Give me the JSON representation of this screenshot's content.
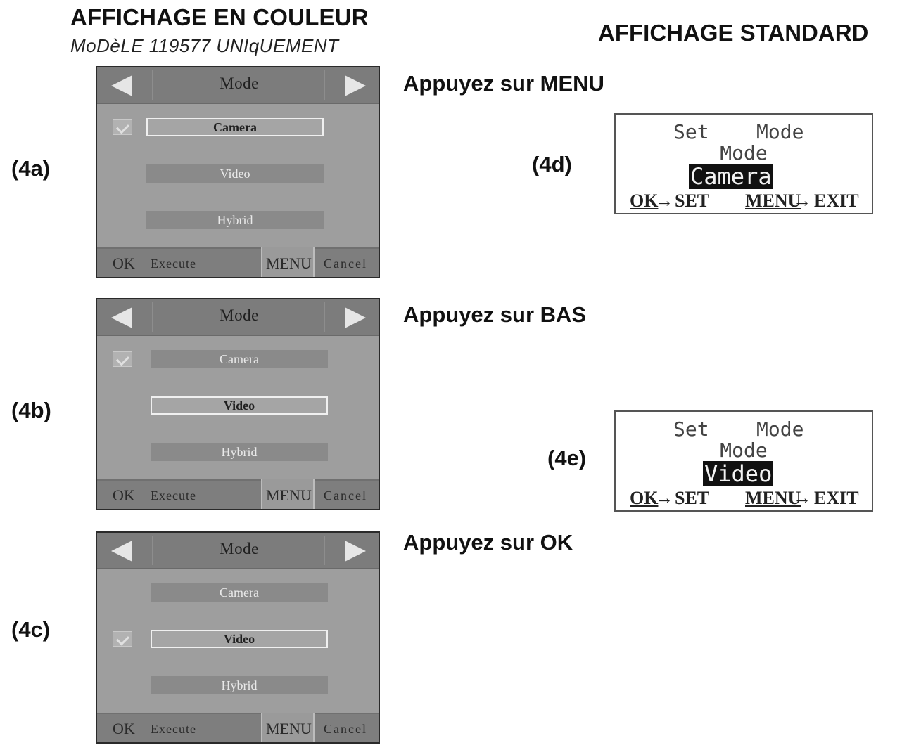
{
  "headings": {
    "color_display": "AFFICHAGE EN COULEUR",
    "model_note": "MoDèLE 119577 UNIqUEMENT",
    "standard_display": "AFFICHAGE STANDARD"
  },
  "steps": [
    {
      "tag": "(4a)",
      "instruction": "Appuyez sur MENU",
      "screen": {
        "title": "Mode",
        "options": [
          "Camera",
          "Video",
          "Hybrid"
        ],
        "selected_index": 0,
        "checked_index": 0,
        "bottom": {
          "ok": "OK",
          "execute": "Execute",
          "menu": "MENU",
          "cancel": "Cancel"
        }
      }
    },
    {
      "tag": "(4b)",
      "instruction": "Appuyez sur BAS",
      "screen": {
        "title": "Mode",
        "options": [
          "Camera",
          "Video",
          "Hybrid"
        ],
        "selected_index": 1,
        "checked_index": 0,
        "bottom": {
          "ok": "OK",
          "execute": "Execute",
          "menu": "MENU",
          "cancel": "Cancel"
        }
      }
    },
    {
      "tag": "(4c)",
      "instruction": "Appuyez sur OK",
      "screen": {
        "title": "Mode",
        "options": [
          "Camera",
          "Video",
          "Hybrid"
        ],
        "selected_index": 1,
        "checked_index": 1,
        "bottom": {
          "ok": "OK",
          "execute": "Execute",
          "menu": "MENU",
          "cancel": "Cancel"
        }
      }
    }
  ],
  "standard_screens": [
    {
      "tag": "(4d)",
      "line1_left": "Set",
      "line1_right": "Mode",
      "line2": "Mode",
      "value": "Camera",
      "ok": "OK",
      "set": "SET",
      "menu": "MENU",
      "exit": "EXIT"
    },
    {
      "tag": "(4e)",
      "line1_left": "Set",
      "line1_right": "Mode",
      "line2": "Mode",
      "value": "Video",
      "ok": "OK",
      "set": "SET",
      "menu": "MENU",
      "exit": "EXIT"
    }
  ],
  "arrow_glyph": "→"
}
